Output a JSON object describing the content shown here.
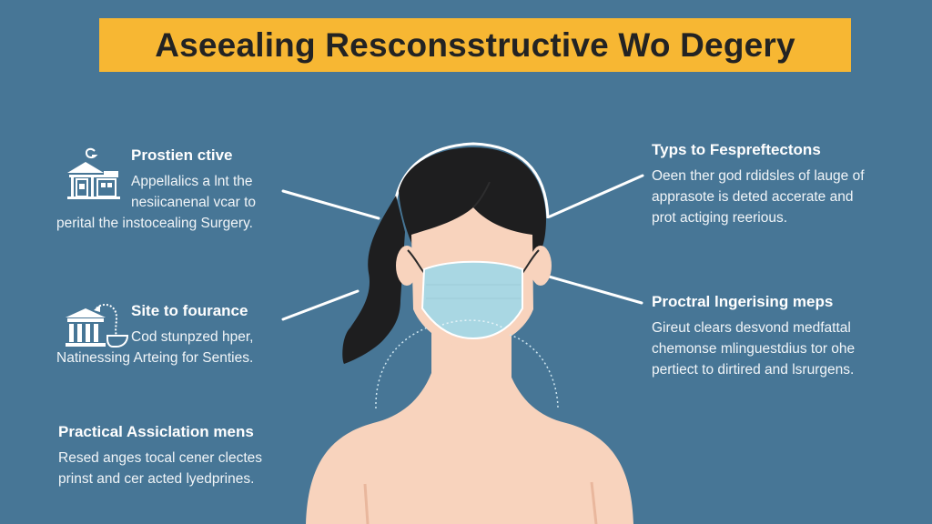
{
  "title": "Aseealing Resconsstructive Wo Degery",
  "colors": {
    "background": "#477696",
    "banner": "#f7b733",
    "banner_text": "#232323",
    "skin": "#f8d3bd",
    "hair": "#1e1e1f",
    "mask": "#a9d7e3",
    "lines": "#ffffff"
  },
  "left_sections": [
    {
      "icon": "house-building-icon",
      "heading": "Prostien ctive",
      "lines": [
        "Appellalics a lnt the",
        "nesiicanenal vcar to",
        "perital the instocealing Surgery."
      ]
    },
    {
      "icon": "classical-building-arrow-icon",
      "heading": "Site to fourance",
      "lines": [
        "Cod stunpzed hper,",
        "Natinessing Arteing for Senties."
      ]
    },
    {
      "heading": "Practical Assiclation mens",
      "lines": [
        "Resed anges tocal cener clectes",
        "prinst and cer acted lyedprines."
      ]
    }
  ],
  "right_sections": [
    {
      "heading": "Typs to Fespreftectons",
      "lines": [
        "Oeen ther god rdidsles of lauge of",
        "apprasote is deted accerate and",
        "prot actiging reerious."
      ]
    },
    {
      "heading": "Proctral lngerising meps",
      "lines": [
        "Gireut clears desvond medfattal",
        "chemonse mlinguestdius tor ohe",
        "pertiect to dirtired and lsrurgens."
      ]
    }
  ],
  "figure": {
    "subject": "woman-wearing-surgical-mask",
    "elements": [
      "hair",
      "face",
      "ears",
      "surgical-mask",
      "neck",
      "shoulders",
      "dotted-guide-arc",
      "head-outline"
    ]
  }
}
